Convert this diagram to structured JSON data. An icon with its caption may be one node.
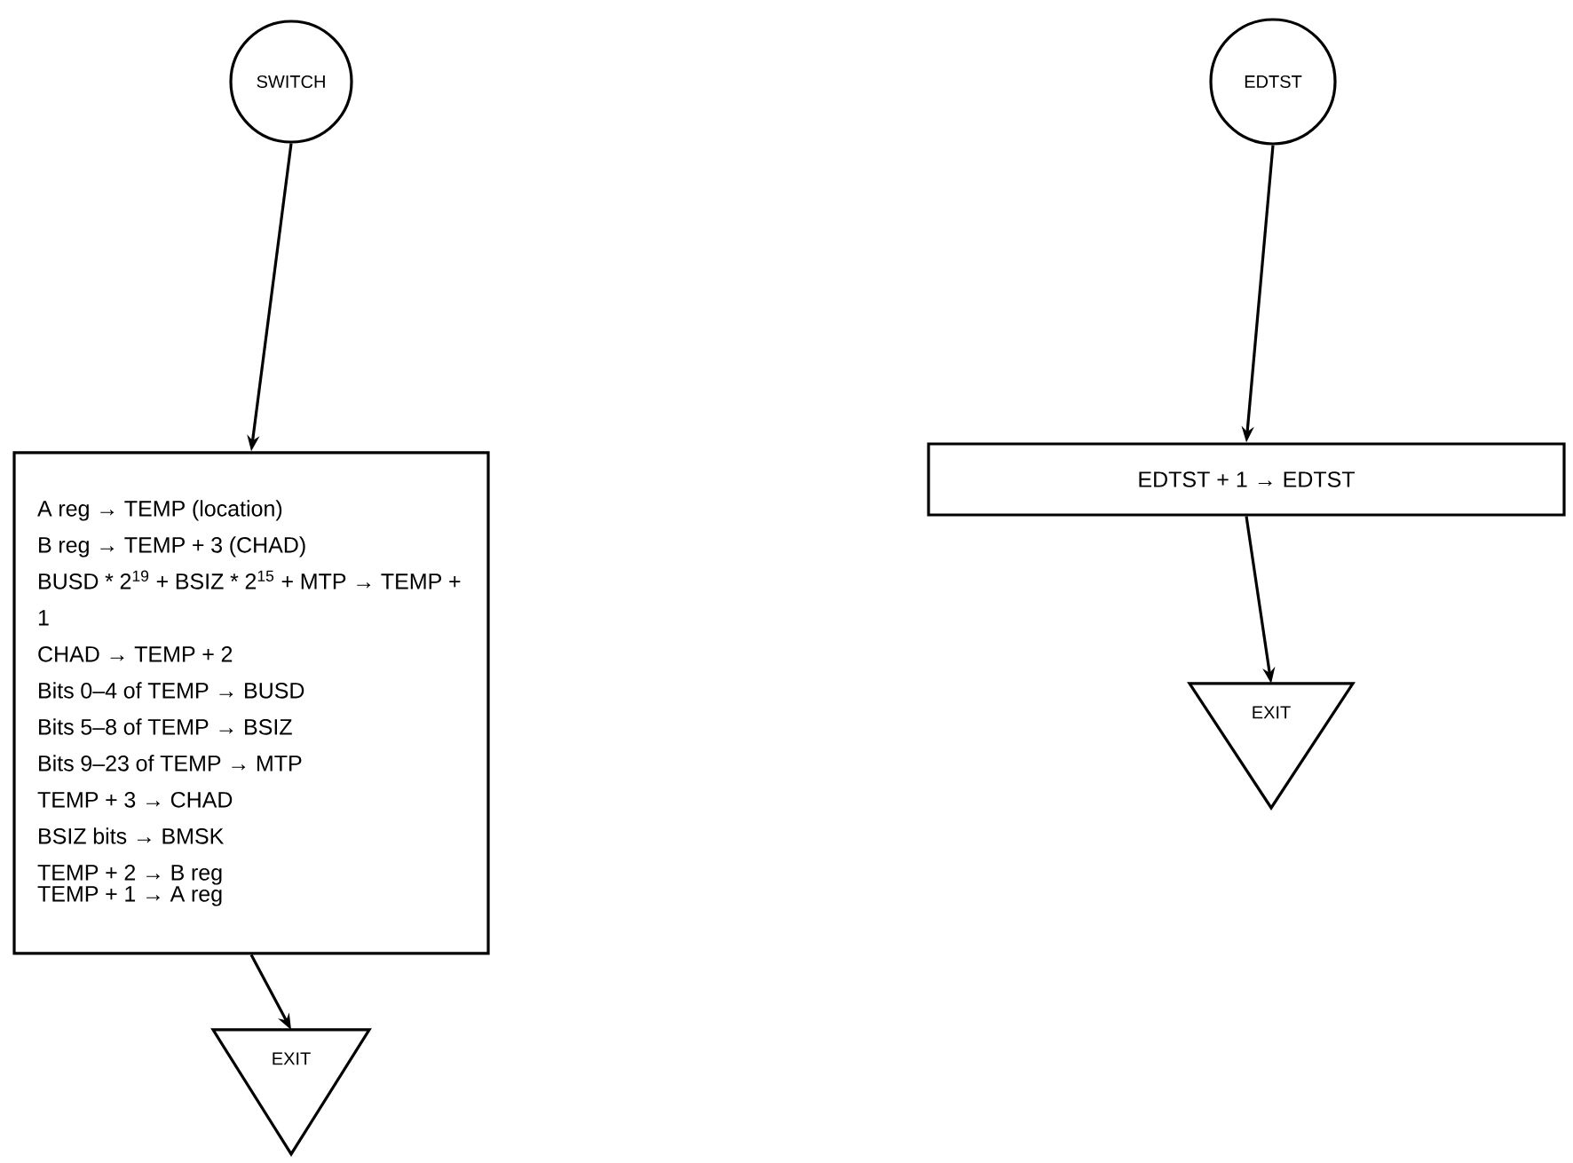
{
  "diagram": {
    "nodes": [
      {
        "text": [
          "SWITCH"
        ]
      },
      {
        "text": [
          "A reg → TEMP (location)",
          "B reg → TEMP + 3 (CHAD)",
          "BUSD * 2$^{19}$ + BSIZ * 2$^{15}$ + MTP → TEMP + 1",
          "CHAD → TEMP + 2",
          "Bits 0–4 of TEMP → BUSD",
          "Bits 5–8 of TEMP → BSIZ",
          "Bits 9–23 of TEMP → MTP",
          "TEMP + 3 → CHAD",
          "BSIZ bits → BMSK",
          "TEMP + 2 → B reg",
          "TEMP + 1 → A reg"
        ]
      },
      {
        "text": [
          "EXIT"
        ]
      },
      {
        "text": [
          "EDTST"
        ]
      },
      {
        "text": [
          "EDTST + 1 → EDTST"
        ]
      },
      {
        "text": [
          "EXIT"
        ]
      }
    ],
    "edges": [
      {
        "from": 0,
        "to": 1,
        "arrow": "to"
      },
      {
        "from": 1,
        "to": 2,
        "arrow": "to"
      },
      {
        "from": 3,
        "to": 4,
        "arrow": "to"
      },
      {
        "from": 4,
        "to": 5,
        "arrow": "to"
      }
    ]
  }
}
